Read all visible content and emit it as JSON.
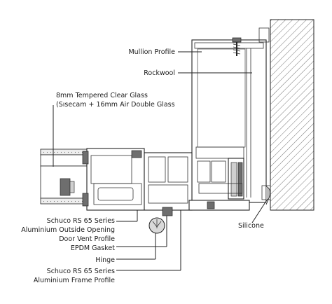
{
  "labels": {
    "mullion_profile": "Mullion Profile",
    "rockwool": "Rockwool",
    "glass_line1": "8mm Tempered Clear Glass",
    "glass_line2": "(Sısecam + 16mm Air Double Glass",
    "vent_line1": "Schuco RS 65 Series",
    "vent_line2": "Aluminium Outside Opening",
    "vent_line3": "Door Vent Profile",
    "gasket": "EPDM Gasket",
    "hinge": "Hinge",
    "frame_line1": "Schuco RS 65 Series",
    "frame_line2": "Aluminium Frame Profile",
    "silicone": "Silicone"
  },
  "colors": {
    "line": "#222222",
    "hatch": "#555555",
    "gasket_fill": "#6e6e6e",
    "insulation_fill": "#cfcfcf"
  }
}
